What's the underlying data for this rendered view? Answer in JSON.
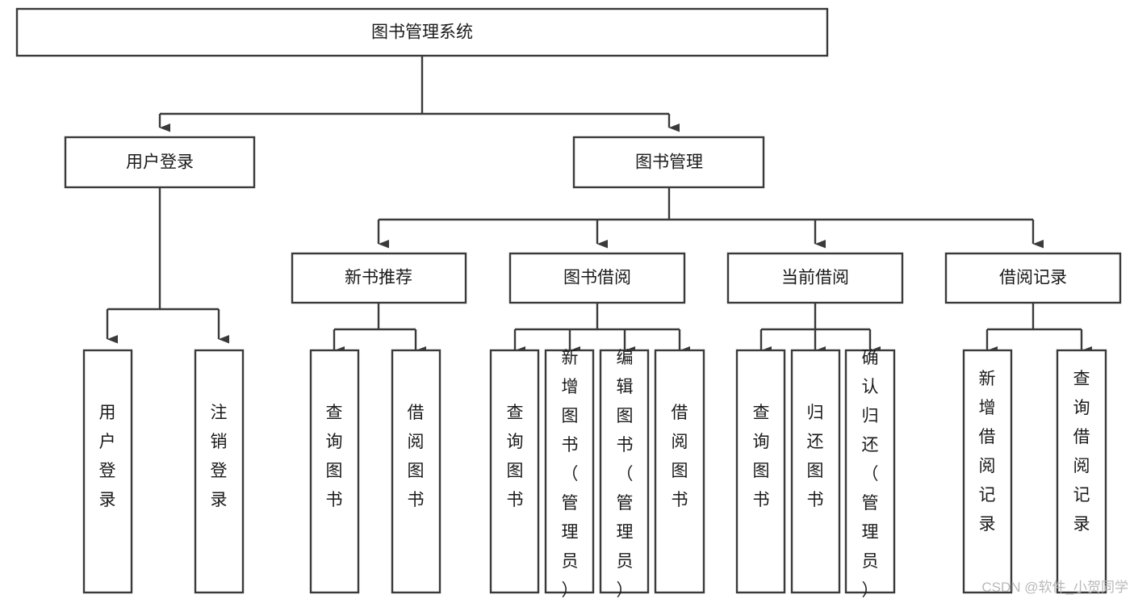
{
  "diagram": {
    "title": "图书管理系统",
    "type": "tree-hierarchy-diagram",
    "colors": {
      "background": "#ffffff",
      "box_fill": "#ffffff",
      "box_stroke": "#3a3a3a",
      "connector": "#3a3a3a",
      "text": "#1a1a1a",
      "watermark": "#b9b9b9"
    },
    "root": {
      "label": "图书管理系统"
    },
    "level2": [
      {
        "label": "用户登录"
      },
      {
        "label": "图书管理"
      }
    ],
    "level3": [
      {
        "label": "新书推荐"
      },
      {
        "label": "图书借阅"
      },
      {
        "label": "当前借阅"
      },
      {
        "label": "借阅记录"
      }
    ],
    "leaves": {
      "user_login": [
        {
          "label": "用户登录"
        },
        {
          "label": "注销登录"
        }
      ],
      "new_book_recommend": [
        {
          "label": "查询图书"
        },
        {
          "label": "借阅图书"
        }
      ],
      "book_borrow": [
        {
          "label": "查询图书"
        },
        {
          "label": "新增图书（管理员）"
        },
        {
          "label": "编辑图书（管理员）"
        },
        {
          "label": "借阅图书"
        }
      ],
      "current_borrow": [
        {
          "label": "查询图书"
        },
        {
          "label": "归还图书"
        },
        {
          "label": "确认归还（管理员）"
        }
      ],
      "borrow_record": [
        {
          "label": "新增借阅记录"
        },
        {
          "label": "查询借阅记录"
        }
      ]
    },
    "watermark": "CSDN @软件_小贺同学"
  }
}
